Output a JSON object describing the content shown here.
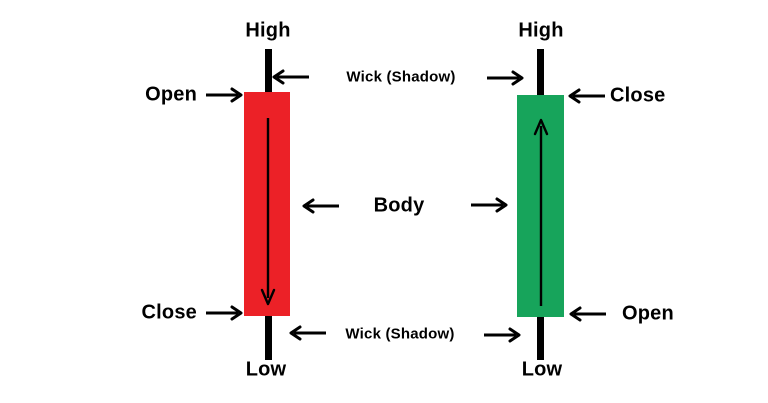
{
  "colors": {
    "bearish": "#EC2127",
    "bullish": "#17A45B",
    "ink": "#000000",
    "background": "#FFFFFF"
  },
  "bearish_candle": {
    "high": "High",
    "open": "Open",
    "close": "Close",
    "low": "Low",
    "direction": "down"
  },
  "bullish_candle": {
    "high": "High",
    "open": "Open",
    "close": "Close",
    "low": "Low",
    "direction": "up"
  },
  "annotations": {
    "body": "Body",
    "wick_top": "Wick (Shadow)",
    "wick_bottom": "Wick (Shadow)"
  }
}
